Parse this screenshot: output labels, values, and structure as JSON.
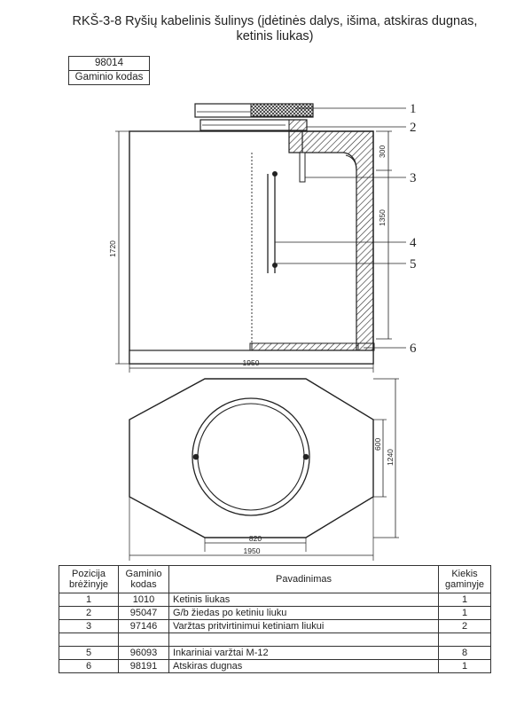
{
  "title": {
    "line1": "RKŠ-3-8 Ryšių kabelinis šulinys (įdėtinės dalys, išima, atskiras dugnas,",
    "line2": "ketinis liukas)"
  },
  "product_code": {
    "value": "98014",
    "label": "Gaminio kodas"
  },
  "callouts": [
    "1",
    "2",
    "3",
    "4",
    "5",
    "6"
  ],
  "dimensions": {
    "height_total": "1720",
    "height_top": "300",
    "height_mid": "1350",
    "width_total": "1950",
    "plan_width_total": "1950",
    "plan_flat": "820",
    "plan_depth_total": "1240",
    "plan_opening": "600"
  },
  "table": {
    "headers": {
      "position": "Pozicija brėžinyje",
      "code": "Gaminio kodas",
      "name": "Pavadinimas",
      "qty": "Kiekis gaminyje"
    },
    "rows": [
      {
        "pos": "1",
        "code": "1010",
        "name": "Ketinis liukas",
        "qty": "1"
      },
      {
        "pos": "2",
        "code": "95047",
        "name": "G/b žiedas po ketiniu liuku",
        "qty": "1"
      },
      {
        "pos": "3",
        "code": "97146",
        "name": "Varžtas pritvirtinimui ketiniam liukui",
        "qty": "2"
      },
      {
        "pos": "",
        "code": "",
        "name": "",
        "qty": ""
      },
      {
        "pos": "5",
        "code": "96093",
        "name": "Inkariniai varžtai M-12",
        "qty": "8"
      },
      {
        "pos": "6",
        "code": "98191",
        "name": "Atskiras dugnas",
        "qty": "1"
      }
    ]
  }
}
